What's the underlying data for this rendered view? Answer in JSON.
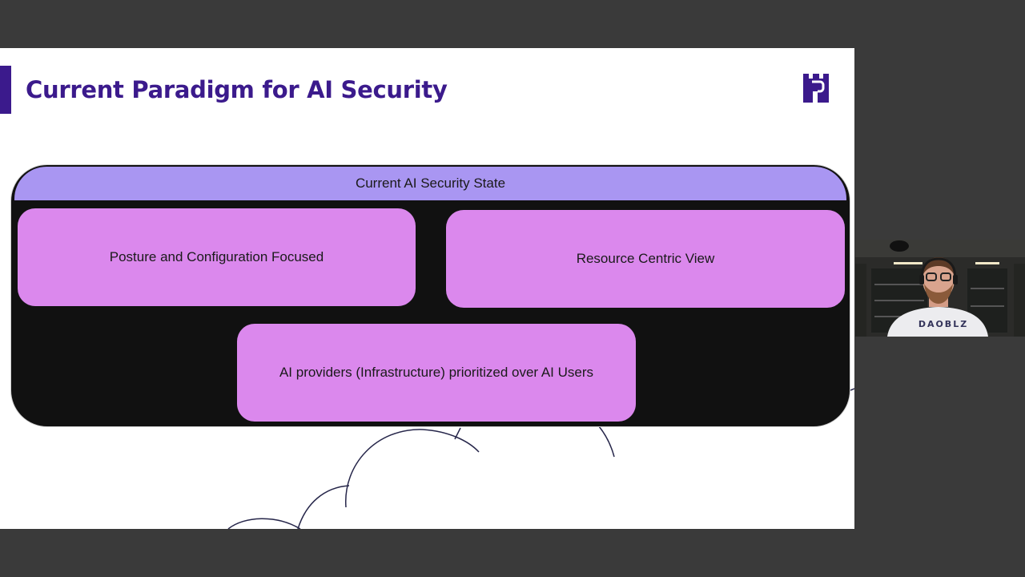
{
  "slide": {
    "title": "Current Paradigm for AI Security",
    "logo_icon": "castle-tower-logo-icon",
    "brand_color": "#3b1a8c"
  },
  "diagram": {
    "header": "Current AI Security State",
    "boxes": [
      {
        "label": "Posture and Configuration Focused"
      },
      {
        "label": "Resource Centric View"
      },
      {
        "label": "AI providers (Infrastructure) prioritized over AI Users"
      }
    ],
    "colors": {
      "header": "#a996f2",
      "box": "#db88ed",
      "panel": "#111111"
    }
  },
  "webcam": {
    "shirt_text": "DAOBLZ"
  }
}
